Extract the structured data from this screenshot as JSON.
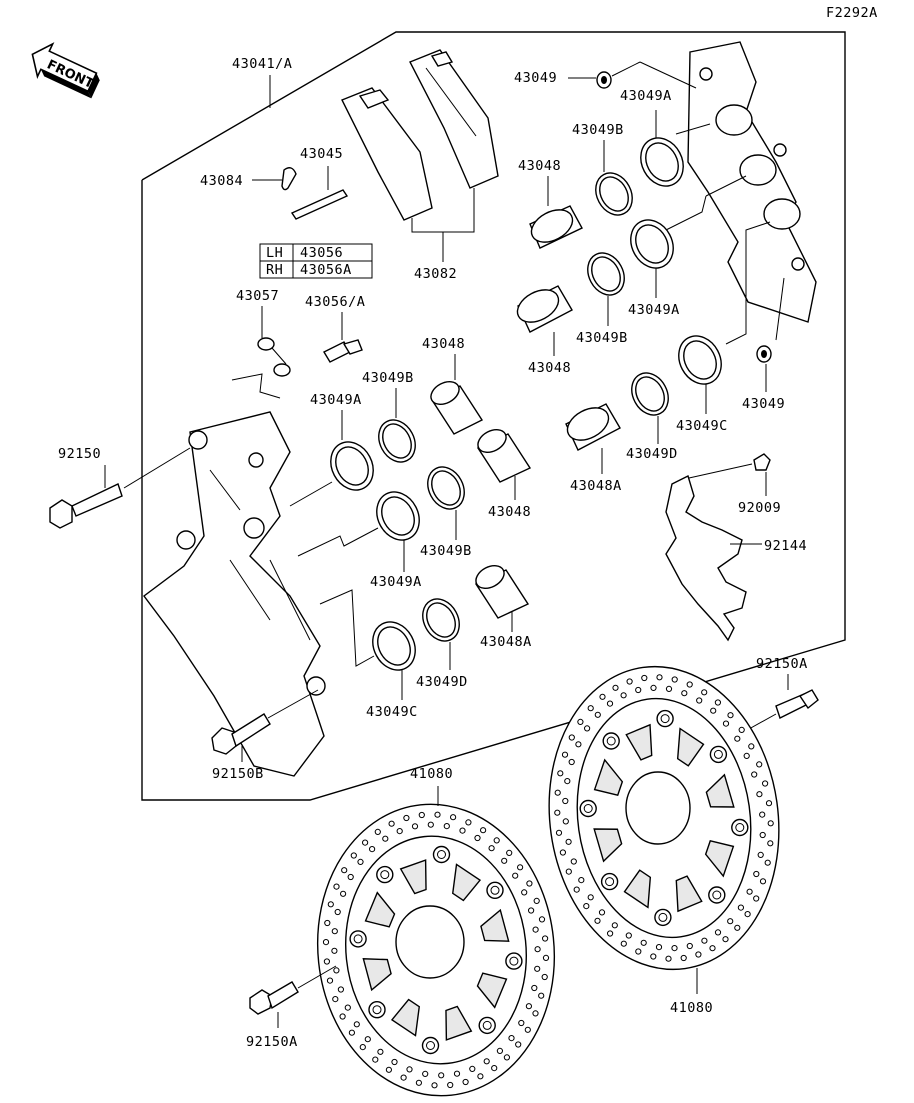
{
  "figure_code": "F2292A",
  "front_label": "FRONT",
  "parts": {
    "caliper_assy": "43041/A",
    "pin": "43045",
    "clip": "43084",
    "pads": "43082",
    "bleeder_table": [
      {
        "side": "LH",
        "part": "43056"
      },
      {
        "side": "RH",
        "part": "43056A"
      }
    ],
    "bleeder": "43056/A",
    "cap": "43057",
    "bolt_92150": "92150",
    "bolt_92150b": "92150B",
    "bolt_92150a_right": "92150A",
    "bolt_92150a_left": "92150A",
    "screw_92009": "92009",
    "bracket_92144": "92144",
    "disc_left": "41080",
    "disc_right": "41080",
    "left_seals": {
      "s1": "43049B",
      "s2": "43049A",
      "s3": "43049B",
      "s4": "43049A",
      "s5": "43049D",
      "s6": "43049C",
      "p1": "43048",
      "p2": "43048",
      "p3": "43048A"
    },
    "right_seals": {
      "w1": "43049",
      "w1a": "43049A",
      "s1": "43049B",
      "p1": "43048",
      "s2": "43049A",
      "s3": "43049B",
      "p2": "43048",
      "s4": "43049C",
      "w2": "43049",
      "s5": "43049D",
      "p3": "43048A"
    }
  }
}
